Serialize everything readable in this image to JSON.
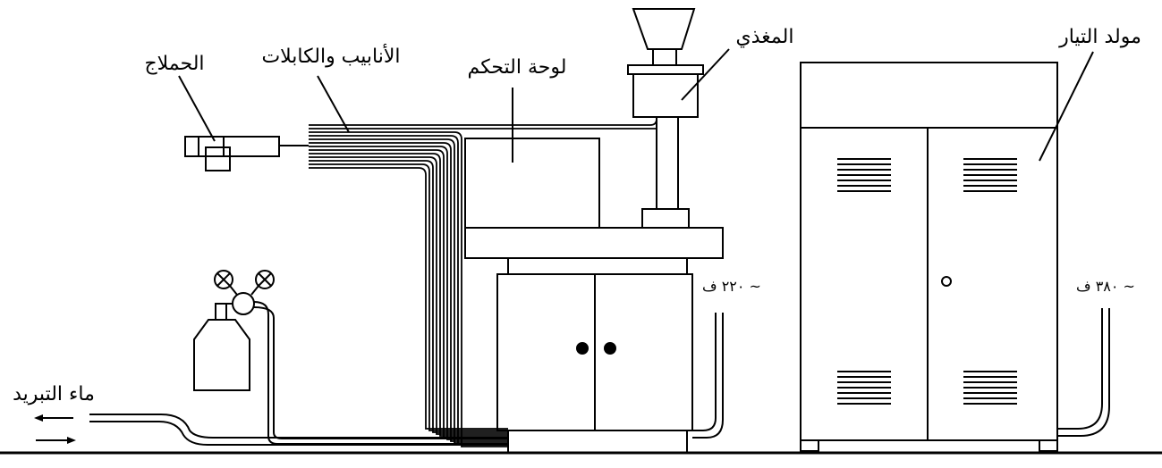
{
  "labels": {
    "torch": "الحملاج",
    "pipes_cables": "الأنابيب والكابلات",
    "control_panel": "لوحة التحكم",
    "feeder": "المغذي",
    "generator": "مولد التيار",
    "cooling_water": "ماء التبريد",
    "voltage_220": "~ ٢٢٠ ف",
    "voltage_380": "~ ٣٨٠ ف"
  },
  "colors": {
    "line": "#000000",
    "background": "#ffffff"
  }
}
